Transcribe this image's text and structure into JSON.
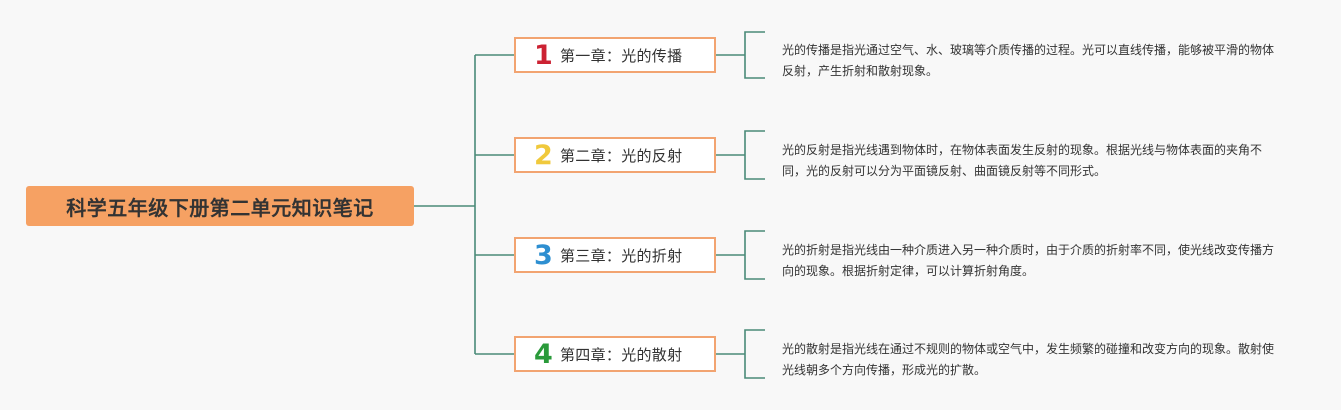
{
  "root": {
    "title": "科学五年级下册第二单元知识笔记"
  },
  "chapters": [
    {
      "number": "1",
      "number_color": "#cc2233",
      "title": "第一章：光的传播",
      "description": "光的传播是指光通过空气、水、玻璃等介质传播的过程。光可以直线传播，能够被平滑的物体反射，产生折射和散射现象。"
    },
    {
      "number": "2",
      "number_color": "#f0c93c",
      "title": "第二章：光的反射",
      "description": "光的反射是指光线遇到物体时，在物体表面发生反射的现象。根据光线与物体表面的夹角不同，光的反射可以分为平面镜反射、曲面镜反射等不同形式。"
    },
    {
      "number": "3",
      "number_color": "#2e8fd1",
      "title": "第三章：光的折射",
      "description": "光的折射是指光线由一种介质进入另一种介质时，由于介质的折射率不同，使光线改变传播方向的现象。根据折射定律，可以计算折射角度。"
    },
    {
      "number": "4",
      "number_color": "#2a9a3a",
      "title": "第四章：光的散射",
      "description": "光的散射是指光线在通过不规则的物体或空气中，发生频繁的碰撞和改变方向的现象。散射使光线朝多个方向传播，形成光的扩散。"
    }
  ],
  "colors": {
    "connector": "#4a8a78",
    "root_fill": "#f6a163",
    "chapter_border": "#f2a471"
  }
}
